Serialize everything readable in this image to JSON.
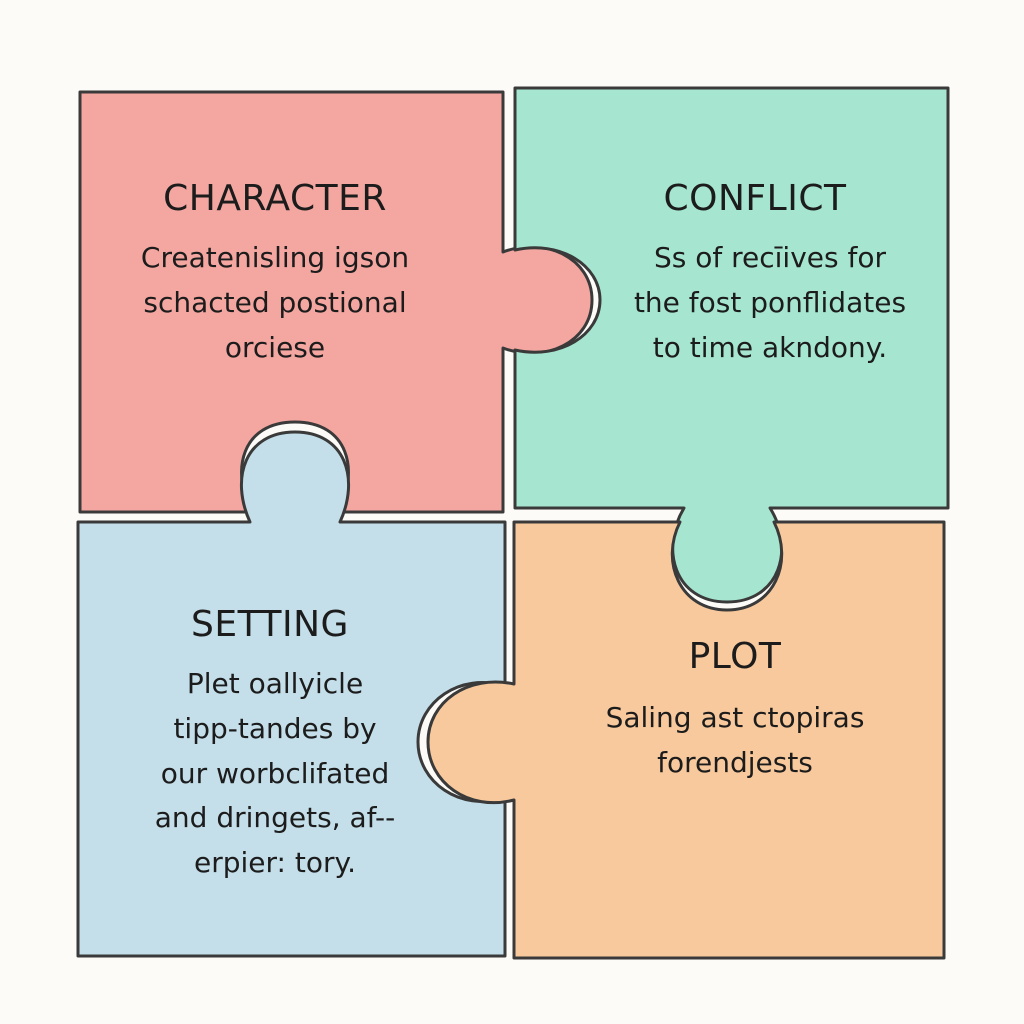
{
  "colors": {
    "background": "#fcfbf7",
    "character": "#f4a7a1",
    "conflict": "#a6e6d1",
    "setting": "#c4dfea",
    "plot": "#f8c99d",
    "outline": "#3a3a3a"
  },
  "pieces": {
    "character": {
      "title": "CHARACTER",
      "lines": [
        "Createnisling igson",
        "schacted postional",
        "orciese"
      ]
    },
    "conflict": {
      "title": "CONFLICT",
      "lines": [
        "Ss of recīives for",
        "the fost ponflidates",
        "to time akndony."
      ]
    },
    "setting": {
      "title": "SETTING",
      "lines": [
        "Plet oallyicle",
        "tipp-tandes by",
        "our worbclifated",
        "and dringets, af--",
        "erpier: tory."
      ]
    },
    "plot": {
      "title": "PLOT",
      "lines": [
        "Saling ast ctopiras",
        "forendjests"
      ]
    }
  }
}
